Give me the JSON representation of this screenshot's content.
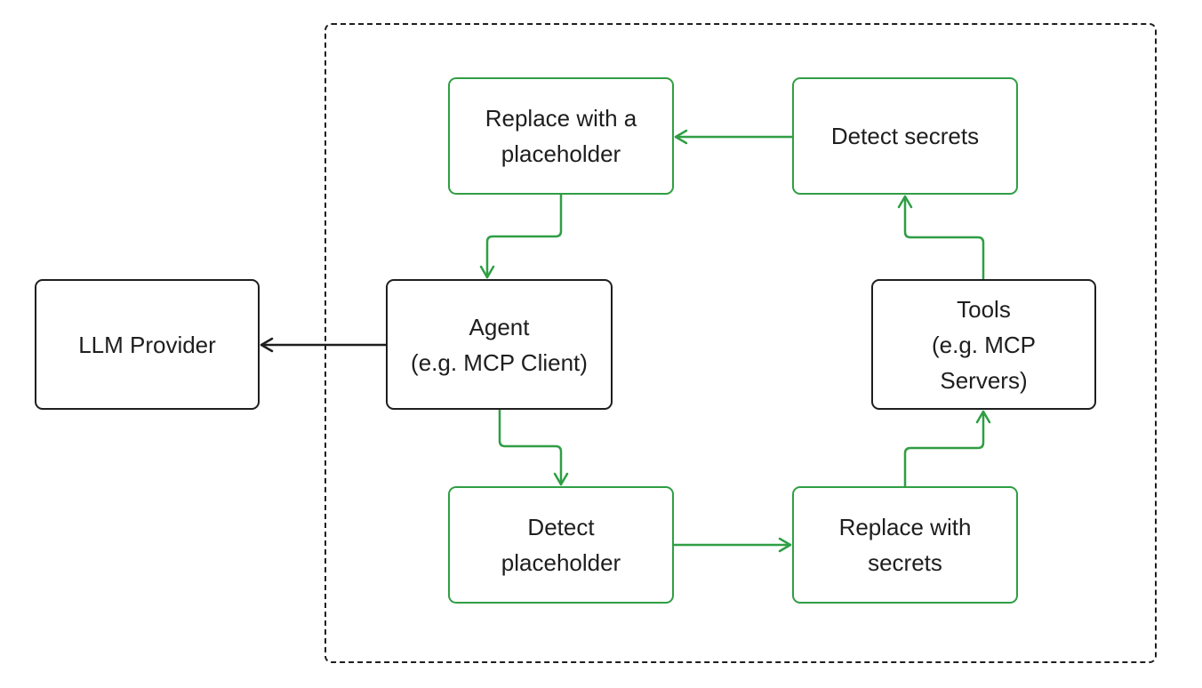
{
  "nodes": {
    "llm_provider": "LLM Provider",
    "agent": "Agent\n(e.g. MCP Client)",
    "tools": "Tools\n(e.g. MCP\nServers)",
    "replace_with_placeholder": "Replace with a\nplaceholder",
    "detect_secrets": "Detect secrets",
    "detect_placeholder": "Detect\nplaceholder",
    "replace_with_secrets": "Replace with\nsecrets"
  },
  "edges": [
    {
      "from": "agent",
      "to": "llm_provider"
    },
    {
      "from": "agent",
      "to": "detect_placeholder"
    },
    {
      "from": "detect_placeholder",
      "to": "replace_with_secrets"
    },
    {
      "from": "replace_with_secrets",
      "to": "tools"
    },
    {
      "from": "tools",
      "to": "detect_secrets"
    },
    {
      "from": "detect_secrets",
      "to": "replace_with_placeholder"
    },
    {
      "from": "replace_with_placeholder",
      "to": "agent"
    }
  ],
  "colors": {
    "black_stroke": "#1e1e1e",
    "green_stroke": "#2f9e44",
    "background": "#ffffff"
  }
}
